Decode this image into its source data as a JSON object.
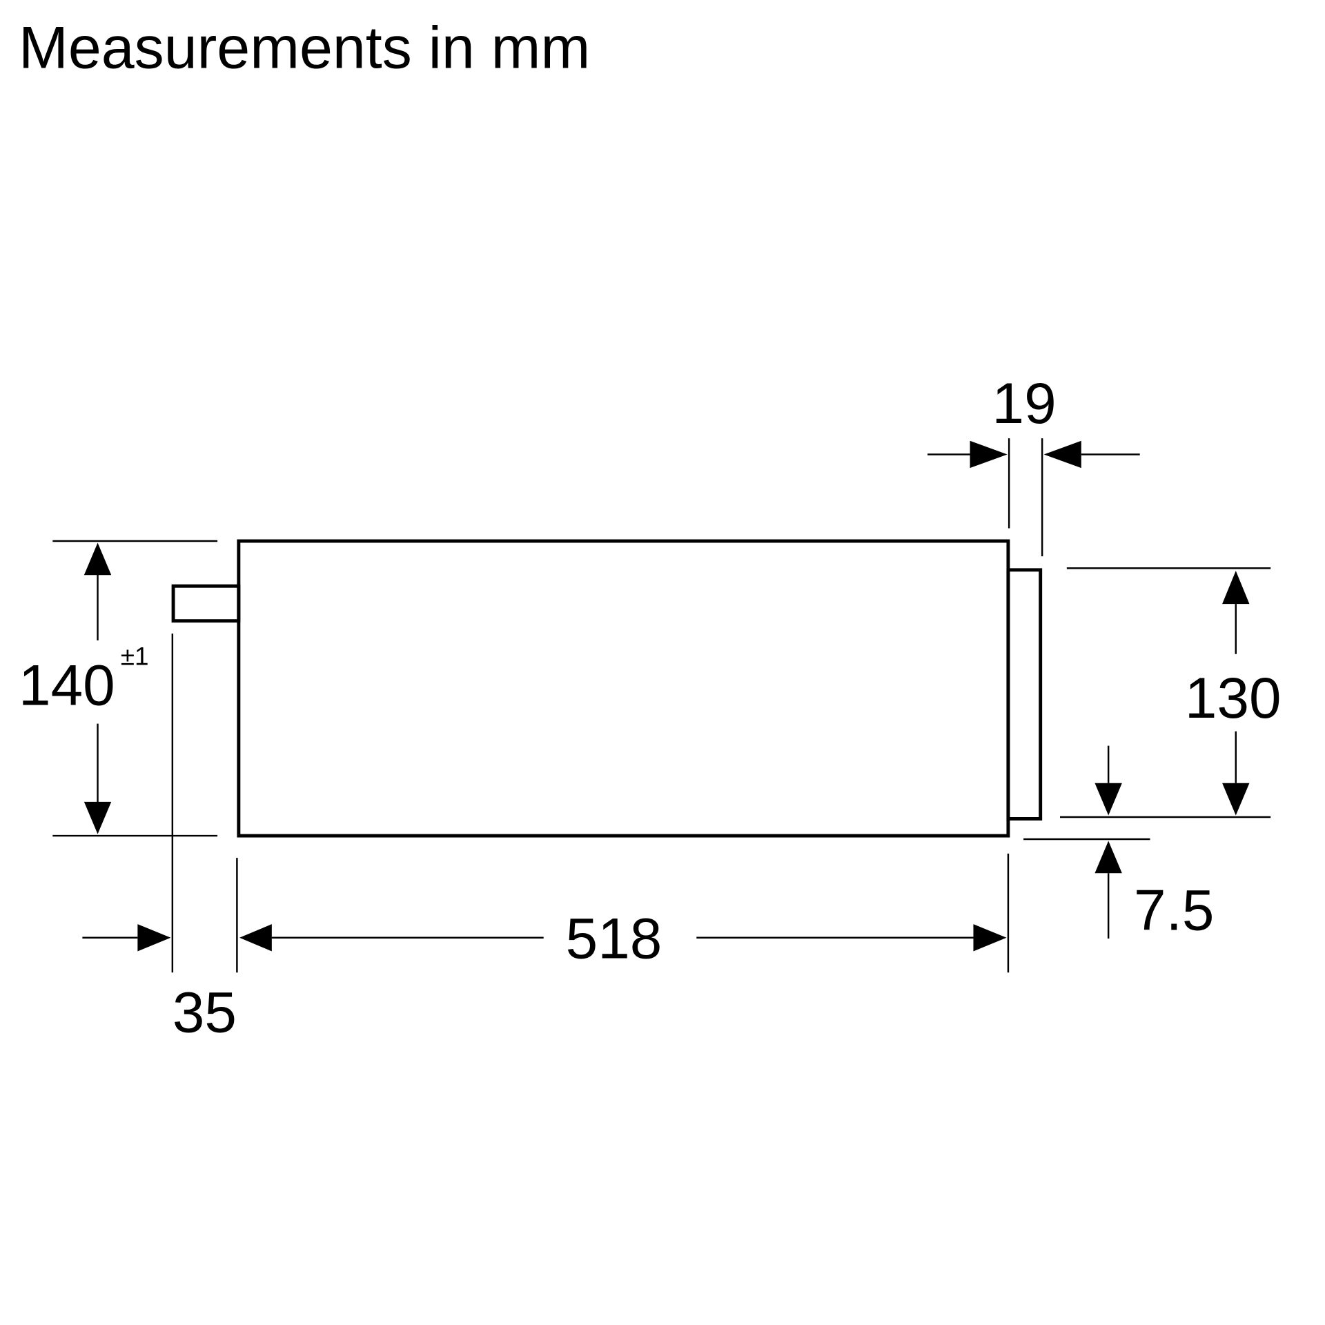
{
  "title": "Measurements in mm",
  "dimensions": {
    "height_total": {
      "value": "140",
      "tolerance": "±1"
    },
    "width_body": {
      "value": "518"
    },
    "offset_left": {
      "value": "35"
    },
    "front_depth": {
      "value": "19"
    },
    "front_height": {
      "value": "130"
    },
    "bottom_gap": {
      "value": "7.5"
    }
  },
  "colors": {
    "line": "#000000",
    "background": "#ffffff"
  }
}
